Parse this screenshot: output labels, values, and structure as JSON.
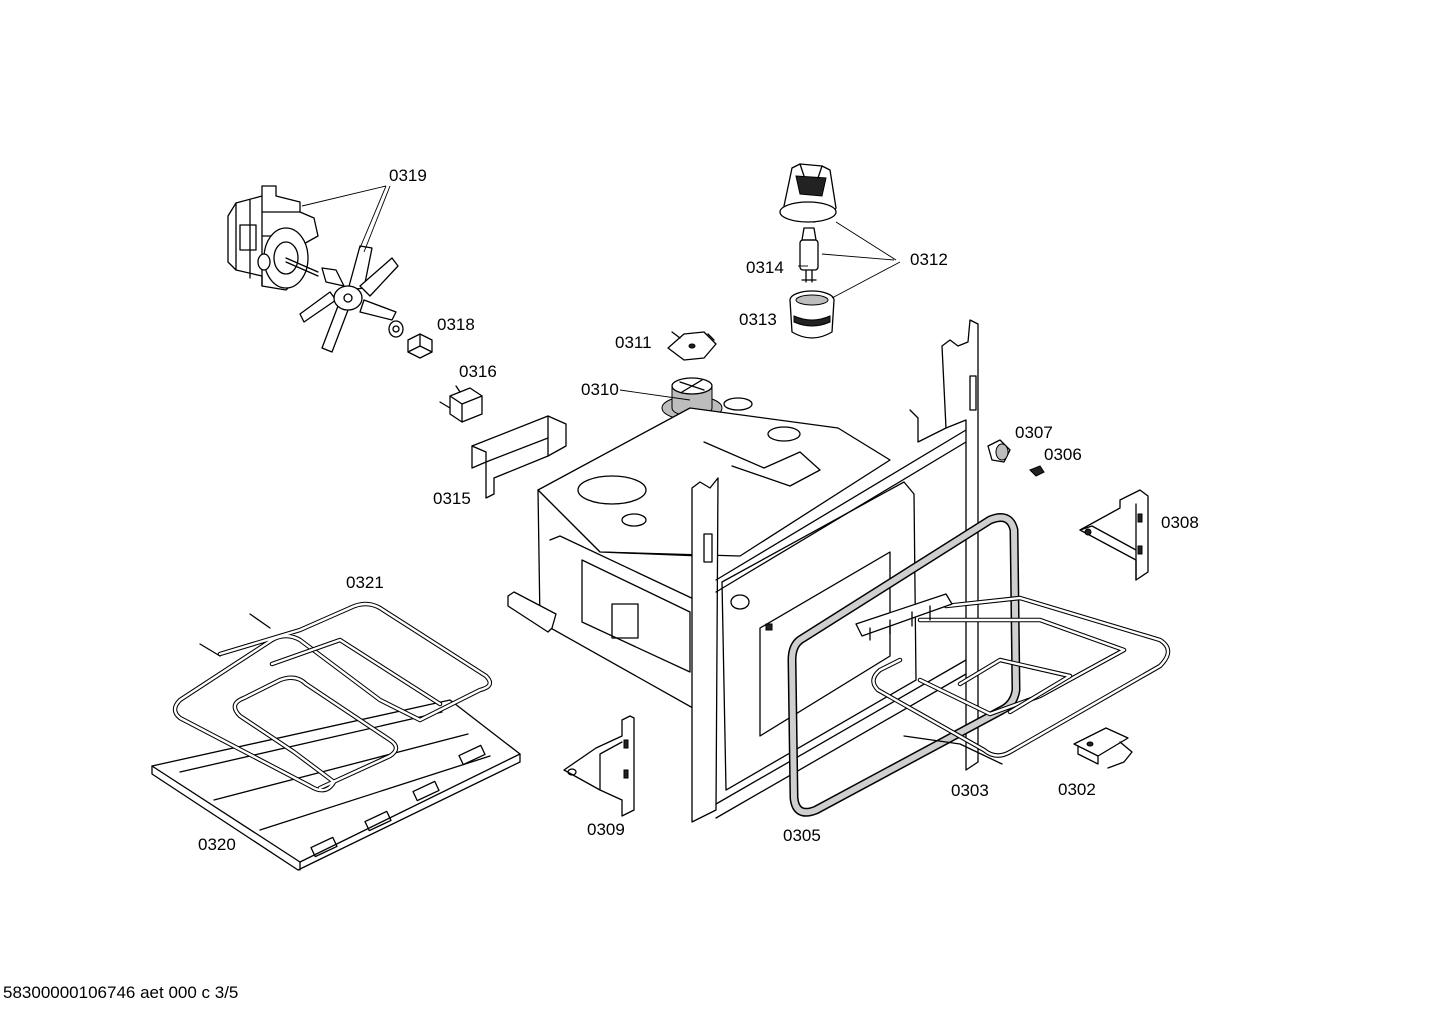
{
  "callouts": {
    "p0319": "0319",
    "p0318": "0318",
    "p0316": "0316",
    "p0315": "0315",
    "p0314": "0314",
    "p0313": "0313",
    "p0312": "0312",
    "p0311": "0311",
    "p0310": "0310",
    "p0307": "0307",
    "p0306": "0306",
    "p0308": "0308",
    "p0321": "0321",
    "p0320": "0320",
    "p0309": "0309",
    "p0305": "0305",
    "p0303": "0303",
    "p0302": "0302"
  },
  "footer": {
    "drawing_id": "58300000106746 aet 000 c 3/5"
  }
}
